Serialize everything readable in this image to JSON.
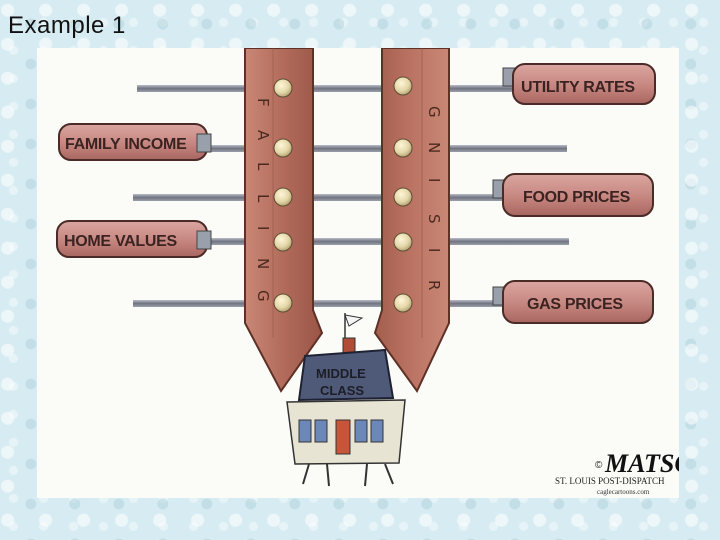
{
  "slide": {
    "title": "Example 1"
  },
  "cartoon": {
    "left_vise_label": [
      "F",
      "A",
      "L",
      "L",
      "I",
      "N",
      "G"
    ],
    "right_vise_label": [
      "G",
      "N",
      "I",
      "S",
      "I",
      "R"
    ],
    "handles_left": [
      "FAMILY INCOME",
      "HOME VALUES"
    ],
    "handles_right": [
      "UTILITY RATES",
      "FOOD PRICES",
      "GAS PRICES"
    ],
    "house_label": [
      "MIDDLE",
      "CLASS"
    ],
    "artist_signature": "MATSON",
    "copyright_symbol": "©",
    "publication": "ST. LOUIS POST-DISPATCH",
    "syndicate": "caglecartoons.com",
    "colors": {
      "vise_wood": "#b06a5a",
      "handle": "#c88a84",
      "screw": "#8a8f9a",
      "roof": "#4f5a78",
      "wall": "#e8e4d4"
    }
  }
}
